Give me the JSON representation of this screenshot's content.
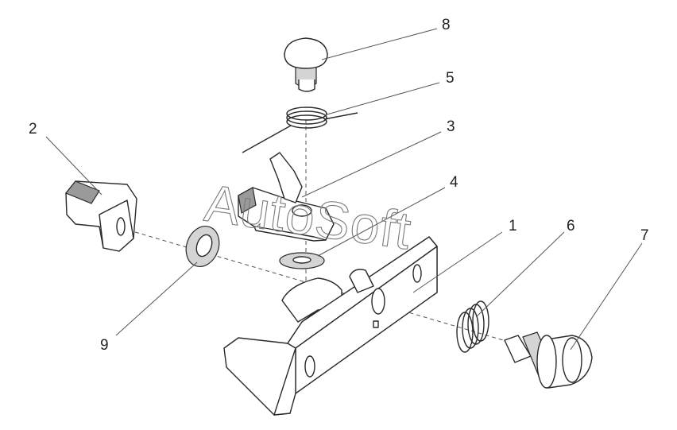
{
  "callouts": [
    {
      "id": "c1",
      "text": "1"
    },
    {
      "id": "c2",
      "text": "2"
    },
    {
      "id": "c3",
      "text": "3"
    },
    {
      "id": "c4",
      "text": "4"
    },
    {
      "id": "c5",
      "text": "5"
    },
    {
      "id": "c6",
      "text": "6"
    },
    {
      "id": "c7",
      "text": "7"
    },
    {
      "id": "c8",
      "text": "8"
    },
    {
      "id": "c9",
      "text": "9"
    }
  ],
  "watermark": "AutoSoft"
}
